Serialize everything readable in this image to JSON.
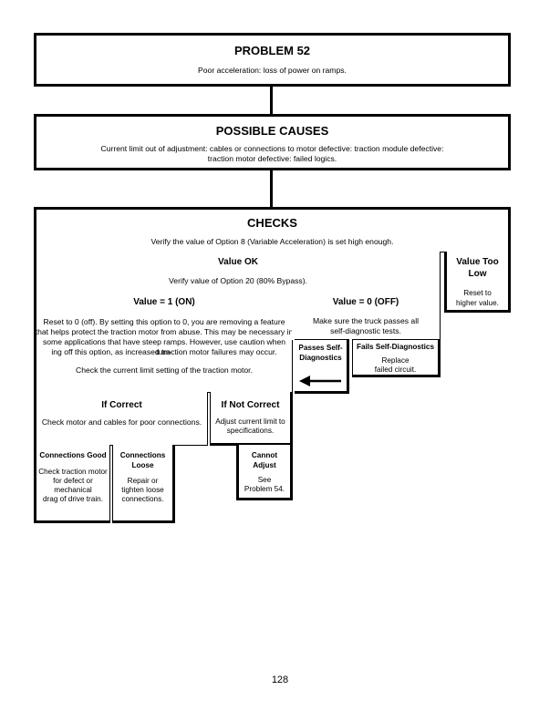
{
  "problem": {
    "title": "PROBLEM 52",
    "text": "Poor acceleration: loss of power on ramps."
  },
  "causes": {
    "title": "POSSIBLE CAUSES",
    "line1": "Current limit out of adjustment: cables or connections to motor defective: traction module defective:",
    "line2": "traction motor defective: failed logics."
  },
  "checks": {
    "title": "CHECKS",
    "text": "Verify the value of Option 8 (Variable Acceleration) is set high enough."
  },
  "value_ok": {
    "title": "Value OK",
    "text": "Verify value of Option 20 (80% Bypass)."
  },
  "value_too_low": {
    "title_line1": "Value Too",
    "title_line2": "Low",
    "text_line1": "Reset to",
    "text_line2": "higher value."
  },
  "value_on": {
    "title": "Value = 1 (ON)",
    "lines": [
      "Reset to 0 (off). By setting this option to 0, you are removing a feature",
      "that helps protect the traction motor from abuse. This may be necessary in",
      "some applications that have steep ramps. However, use caution when turn-",
      "ing off this option, as increased traction motor failures may occur."
    ],
    "text2": "Check the current limit setting of the traction motor."
  },
  "value_off": {
    "title": "Value = 0 (OFF)",
    "line1": "Make sure the truck passes all",
    "line2": "self-diagnostic tests."
  },
  "passes": {
    "line1": "Passes Self-",
    "line2": "Diagnostics"
  },
  "fails": {
    "title": "Fails Self-Diagnostics",
    "line1": "Replace",
    "line2": "failed circuit."
  },
  "if_correct": {
    "title": "If Correct",
    "text": "Check motor and cables for poor connections."
  },
  "if_not_correct": {
    "title": "If Not Correct",
    "line1": "Adjust current limit to",
    "line2": "specifications."
  },
  "conn_good": {
    "title": "Connections Good",
    "lines": [
      "Check traction motor",
      "for defect or",
      "mechanical",
      "drag of drive train."
    ]
  },
  "conn_loose": {
    "title_line1": "Connections",
    "title_line2": "Loose",
    "lines": [
      "Repair or",
      "tighten loose",
      "connections."
    ]
  },
  "cannot_adjust": {
    "title_line1": "Cannot",
    "title_line2": "Adjust",
    "line1": "See",
    "line2": "Problem 54."
  },
  "page_number": "128"
}
